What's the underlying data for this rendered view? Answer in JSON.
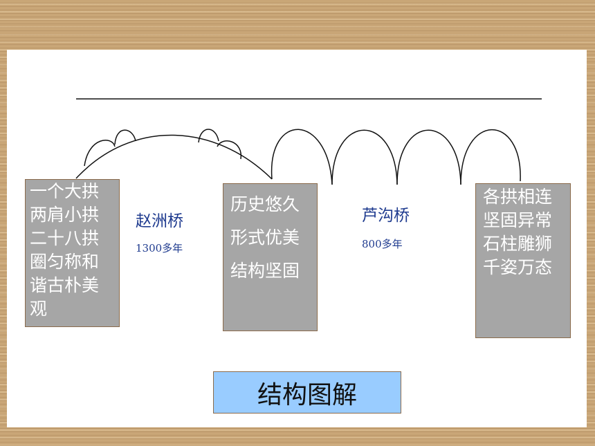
{
  "colors": {
    "box_gray": "#a6a6a6",
    "label_blue": "#1f3b8f",
    "title_blue": "#99ccff",
    "wood": "#c9a677"
  },
  "zhaozhou": {
    "name": "赵洲桥",
    "age": "1300多年",
    "features": [
      "一个大拱",
      "两肩小拱",
      "二十八拱",
      "圈匀称和",
      "谐古朴美",
      "观"
    ]
  },
  "common": {
    "features": [
      "历史悠久",
      "形式优美",
      "结构坚固"
    ]
  },
  "lugou": {
    "name": "芦沟桥",
    "age": "800多年",
    "features": [
      "各拱相连",
      "坚固异常",
      "石柱雕狮",
      "千姿万态"
    ]
  },
  "title": "结构图解"
}
